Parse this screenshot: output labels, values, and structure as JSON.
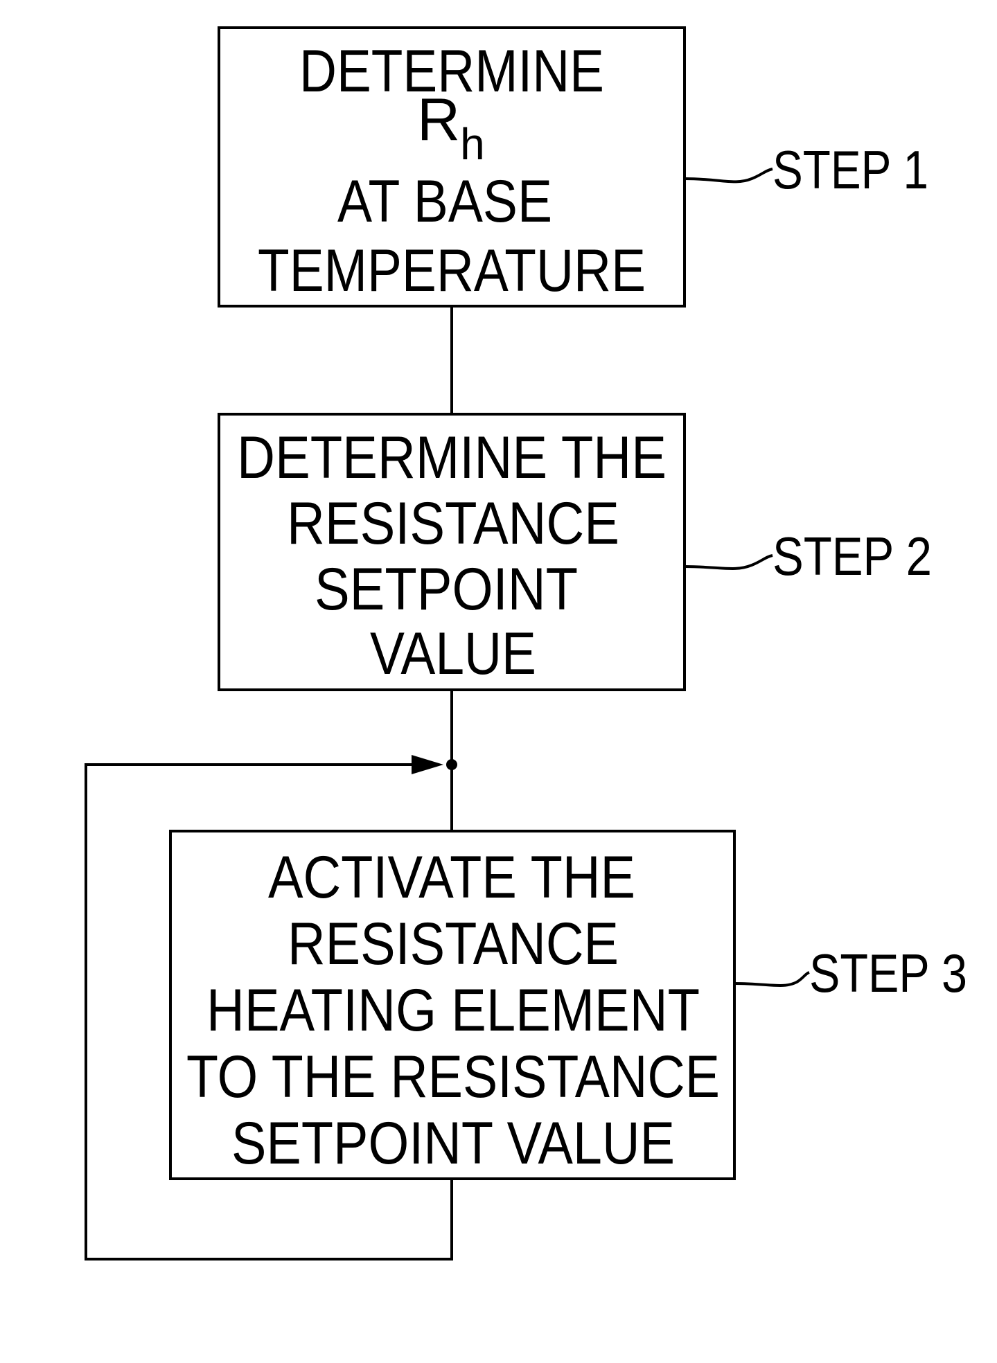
{
  "steps": [
    {
      "label": "STEP 1",
      "lines": [
        "DETERMINE",
        "R",
        "AT BASE",
        "TEMPERATURE"
      ],
      "subscript": "h"
    },
    {
      "label": "STEP 2",
      "lines": [
        "DETERMINE THE",
        "RESISTANCE",
        "SETPOINT",
        "VALUE"
      ]
    },
    {
      "label": "STEP 3",
      "lines": [
        "ACTIVATE THE",
        "RESISTANCE",
        "HEATING ELEMENT",
        "TO THE RESISTANCE",
        "SETPOINT VALUE"
      ]
    }
  ]
}
